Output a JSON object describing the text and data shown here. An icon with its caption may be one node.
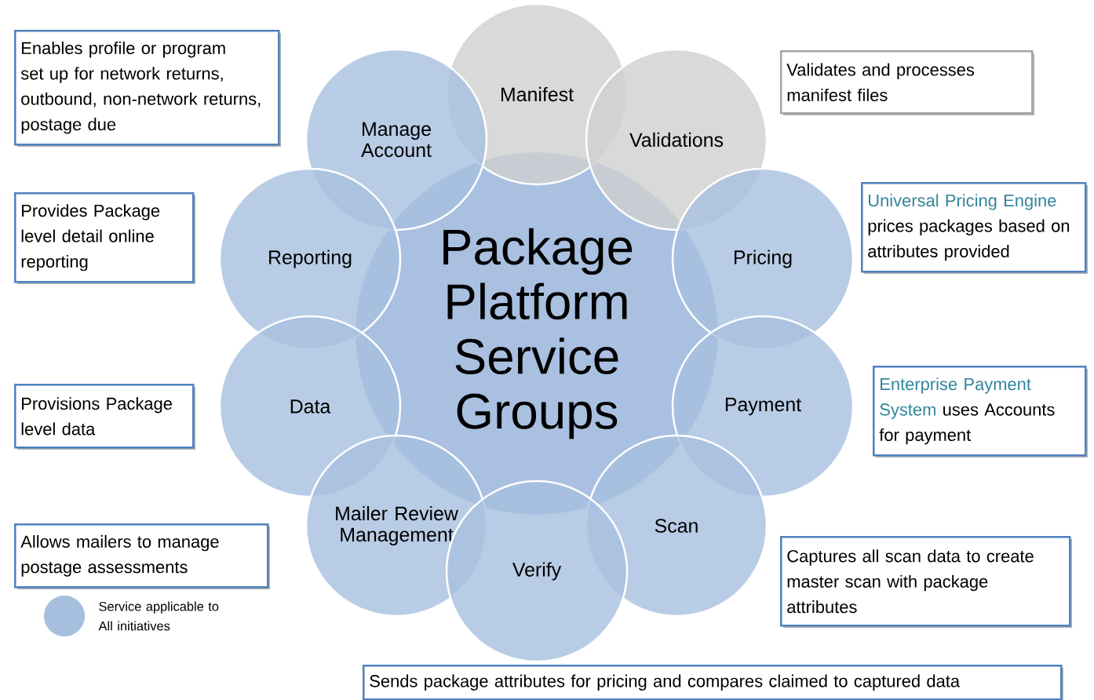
{
  "diagram": {
    "nodes": [
      {
        "text": [
          "Enables profile or program set up for network returns, outbound, non-network returns, postage due"
        ]
      },
      {
        "text": [
          "Manifest"
        ]
      },
      {
        "text": [
          "Manage Account"
        ]
      },
      {
        "text": [
          "Validations"
        ]
      },
      {
        "text": [
          "Validates and processes manifest files"
        ]
      },
      {
        "text": [
          "Package Platform Service Groups"
        ]
      },
      {
        "text": [
          "Provides Package level detail online reporting"
        ]
      },
      {
        "text": [
          "Reporting"
        ]
      },
      {
        "text": [
          "Pricing"
        ]
      },
      {
        "text": [
          "Universal Pricing Engine",
          "prices packages based on attributes provided"
        ]
      },
      {
        "text": [
          "Enterprise Payment System",
          "uses Accounts for payment"
        ]
      },
      {
        "text": [
          "Provisions Package level data"
        ]
      },
      {
        "text": [
          "Data"
        ]
      },
      {
        "text": [
          "Payment"
        ]
      },
      {
        "text": [
          "Mailer Review Management"
        ]
      },
      {
        "text": [
          "Scan"
        ]
      },
      {
        "text": [
          "Allows mailers to manage postage assessments"
        ]
      },
      {
        "text": [
          "Captures all scan data to create master scan with  package attributes"
        ]
      },
      {
        "text": [
          "Verify"
        ]
      },
      {
        "text": [
          "Sends package attributes for pricing and compares claimed to captured data"
        ]
      }
    ],
    "legend": [
      {
        "text": "Service applicable to All initiatives",
        "color": "#a7bfdf"
      }
    ]
  }
}
